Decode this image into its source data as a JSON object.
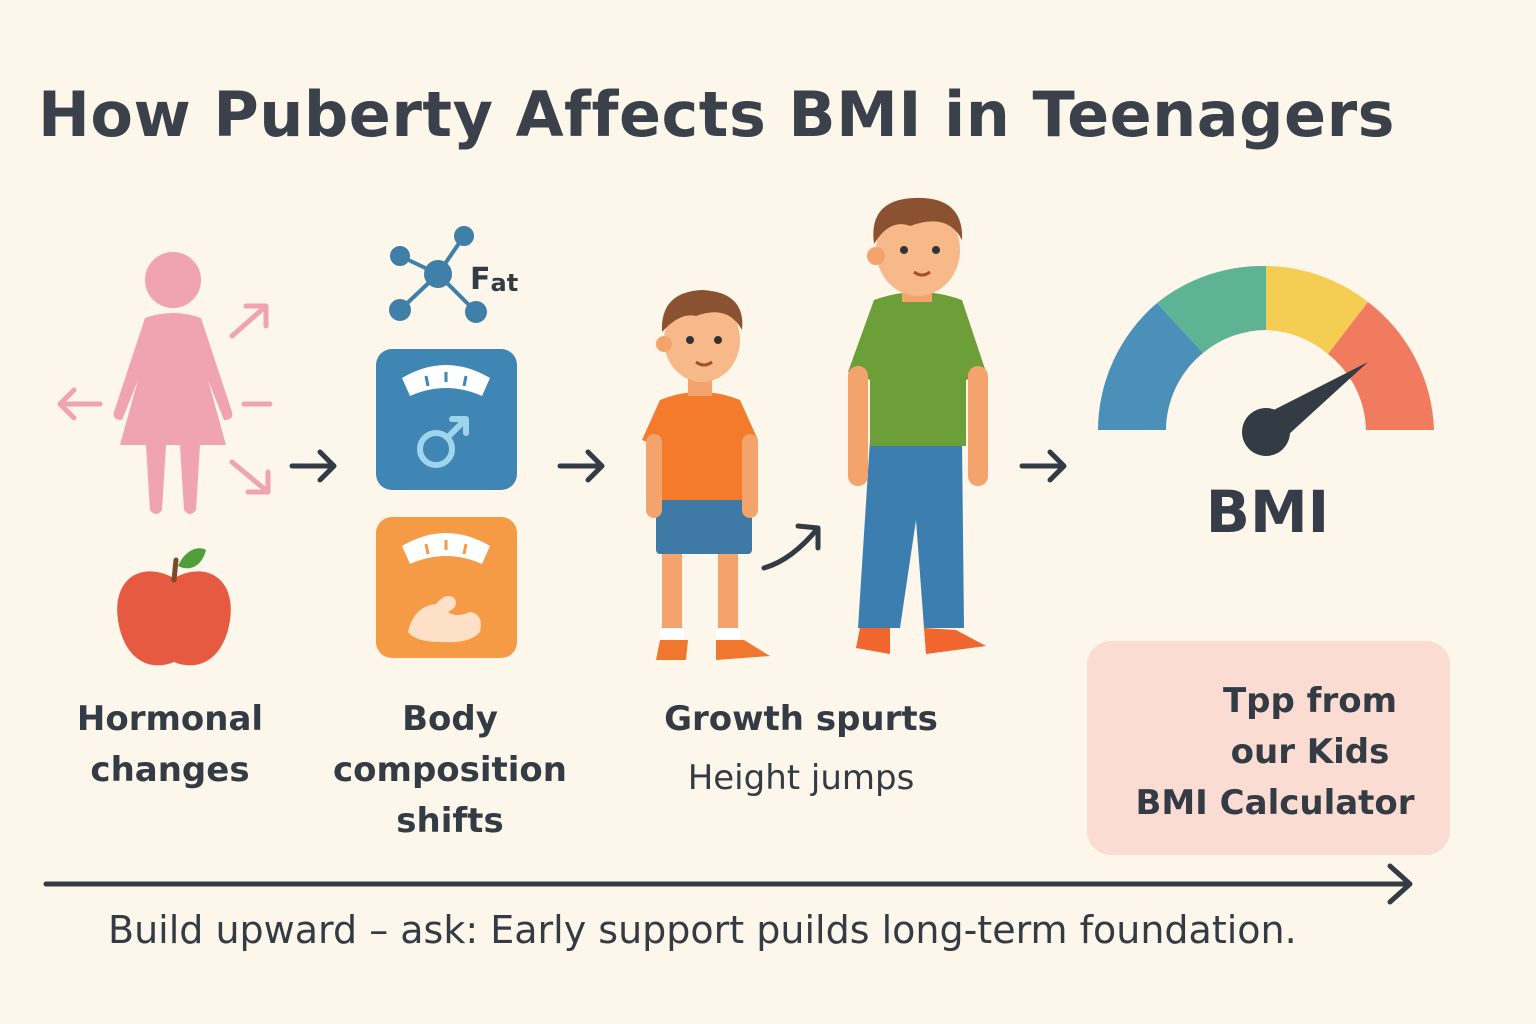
{
  "title": "How Puberty Affects BMI in Teenagers",
  "steps": [
    {
      "label_line1": "Hormonal",
      "label_line2": "changes",
      "icon": "female-figure-icon"
    },
    {
      "label_line1": "Body",
      "label_line2": "composition",
      "label_line3": "shifts",
      "icon": "scale-icon"
    },
    {
      "label_line1": "Growth spurts",
      "sub_label": "Height jumps",
      "icon": "growing-kids-icon"
    }
  ],
  "fat_label_main": "F",
  "fat_label_sub": "at",
  "gauge": {
    "label": "BMI",
    "colors": [
      "#4a90b8",
      "#5db394",
      "#f5cd52",
      "#f07b5f"
    ]
  },
  "tip": {
    "line1": "Tpp from",
    "line2": "our Kids",
    "line3": "BMI Calculator"
  },
  "footer": "Build upward – ask: Early support puilds long-term foundation.",
  "colors": {
    "background": "#fdf6ea",
    "pink": "#f0a0ae",
    "blue_tile": "#3f86b4",
    "orange_tile": "#f59a45",
    "apple": "#e55a40"
  }
}
